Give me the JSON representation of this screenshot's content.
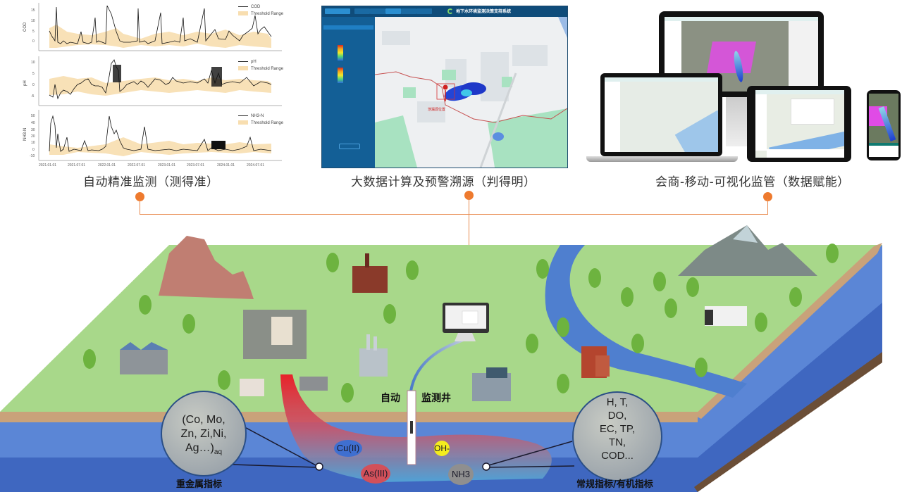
{
  "panels": {
    "left": {
      "caption": "自动精准监测（测得准）",
      "charts": [
        {
          "ylabel": "COD",
          "legend_series": "COD",
          "legend_range": "Threshold Range",
          "yticks": [
            "15",
            "10",
            "5",
            "0"
          ]
        },
        {
          "ylabel": "pH",
          "legend_series": "pH",
          "legend_range": "Threshold Range",
          "yticks": [
            "10",
            "5",
            "0",
            "-5"
          ]
        },
        {
          "ylabel": "NH3-N",
          "legend_series": "NH3-N",
          "legend_range": "Threshold Range",
          "yticks": [
            "50",
            "40",
            "30",
            "20",
            "10",
            "0",
            "-10"
          ]
        }
      ],
      "xticks": [
        "2021.01.01",
        "2021.07.01",
        "2022.01.01",
        "2022.07.01",
        "2023.01.01",
        "2023.07.01",
        "2024.01.01",
        "2024.07.01"
      ]
    },
    "middle": {
      "caption": "大数据计算及预警溯源（判得明）",
      "dashboard_title": "地下水环境监测决策支持系统",
      "nav_items": [
        "",
        "",
        "",
        "",
        "",
        ""
      ],
      "map_marker_label": "泄漏源位置"
    },
    "right": {
      "caption": "会商-移动-可视化监管（数据赋能）"
    }
  },
  "scene": {
    "well_label_left": "自动",
    "well_label_right": "监测井",
    "heavy_metals": {
      "lines": [
        "(Co, Mo,",
        "Zn, Zi,Ni,",
        "Ag…)"
      ],
      "subscript": "aq",
      "title": "重金属指标"
    },
    "general": {
      "lines": [
        "H,  T,",
        "DO,",
        "EC,  TP,",
        "TN,",
        "COD..."
      ],
      "title": "常规指标/有机指标"
    },
    "ions": [
      {
        "label": "Cu(II)",
        "color": "#3f6fd0"
      },
      {
        "label": "As(III)",
        "color": "#d2505a"
      },
      {
        "label": "OH-",
        "color": "#f4ec1e"
      },
      {
        "label": "NH3",
        "color": "#8f8f8f"
      }
    ]
  },
  "colors": {
    "accent_orange": "#ee7a2e",
    "grass": "#a8d88a",
    "soil": "#c9a27a",
    "aquifer_light": "#5b86d6",
    "aquifer_dark": "#3f67c0",
    "plume_red": "#e8232a",
    "threshold_fill": "#f8deb0"
  }
}
